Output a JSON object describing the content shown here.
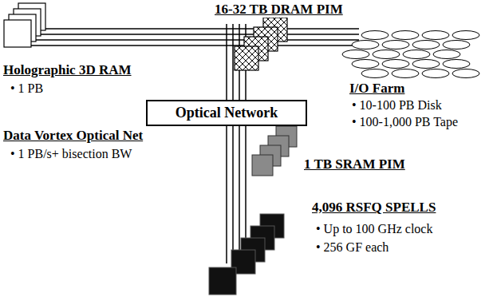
{
  "diagram": {
    "nodes": [
      {
        "text": [
          "Optical Network"
        ]
      }
    ],
    "labels": [
      "16-32 TB DRAM PIM",
      "Holographic 3D RAM",
      "• 1 PB",
      "I/O Farm",
      "• 10-100 PB Disk",
      "• 100-1,000 PB Tape",
      "Data Vortex Optical Net",
      "• 1 PB/s+ bisection BW",
      "1 TB SRAM PIM",
      "4,096 RSFQ SPELLS",
      "• Up to 100 GHz clock",
      "• 256 GF each"
    ]
  }
}
